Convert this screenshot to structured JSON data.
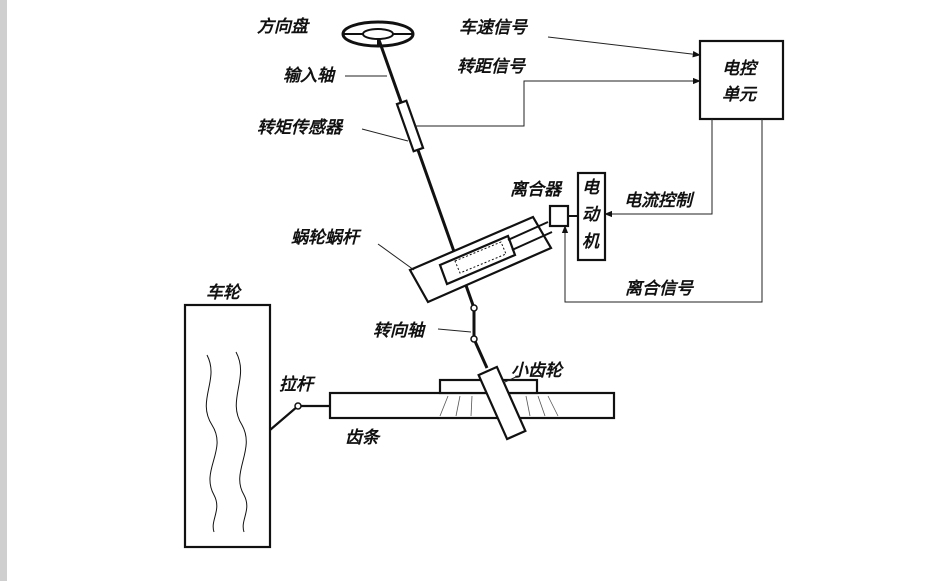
{
  "labels": {
    "steering_wheel": "方向盘",
    "input_shaft": "输入轴",
    "torque_sensor": "转矩传感器",
    "worm_gear": "蜗轮蜗杆",
    "steering_shaft": "转向轴",
    "pinion": "小齿轮",
    "rack": "齿条",
    "tie_rod": "拉杆",
    "wheel": "车轮",
    "clutch": "离合器",
    "motor_chars": [
      "电",
      "动",
      "机"
    ],
    "ecu_line1": "电控",
    "ecu_line2": "单元",
    "speed_signal": "车速信号",
    "torque_signal": "转距信号",
    "current_control": "电流控制",
    "clutch_signal": "离合信号"
  }
}
